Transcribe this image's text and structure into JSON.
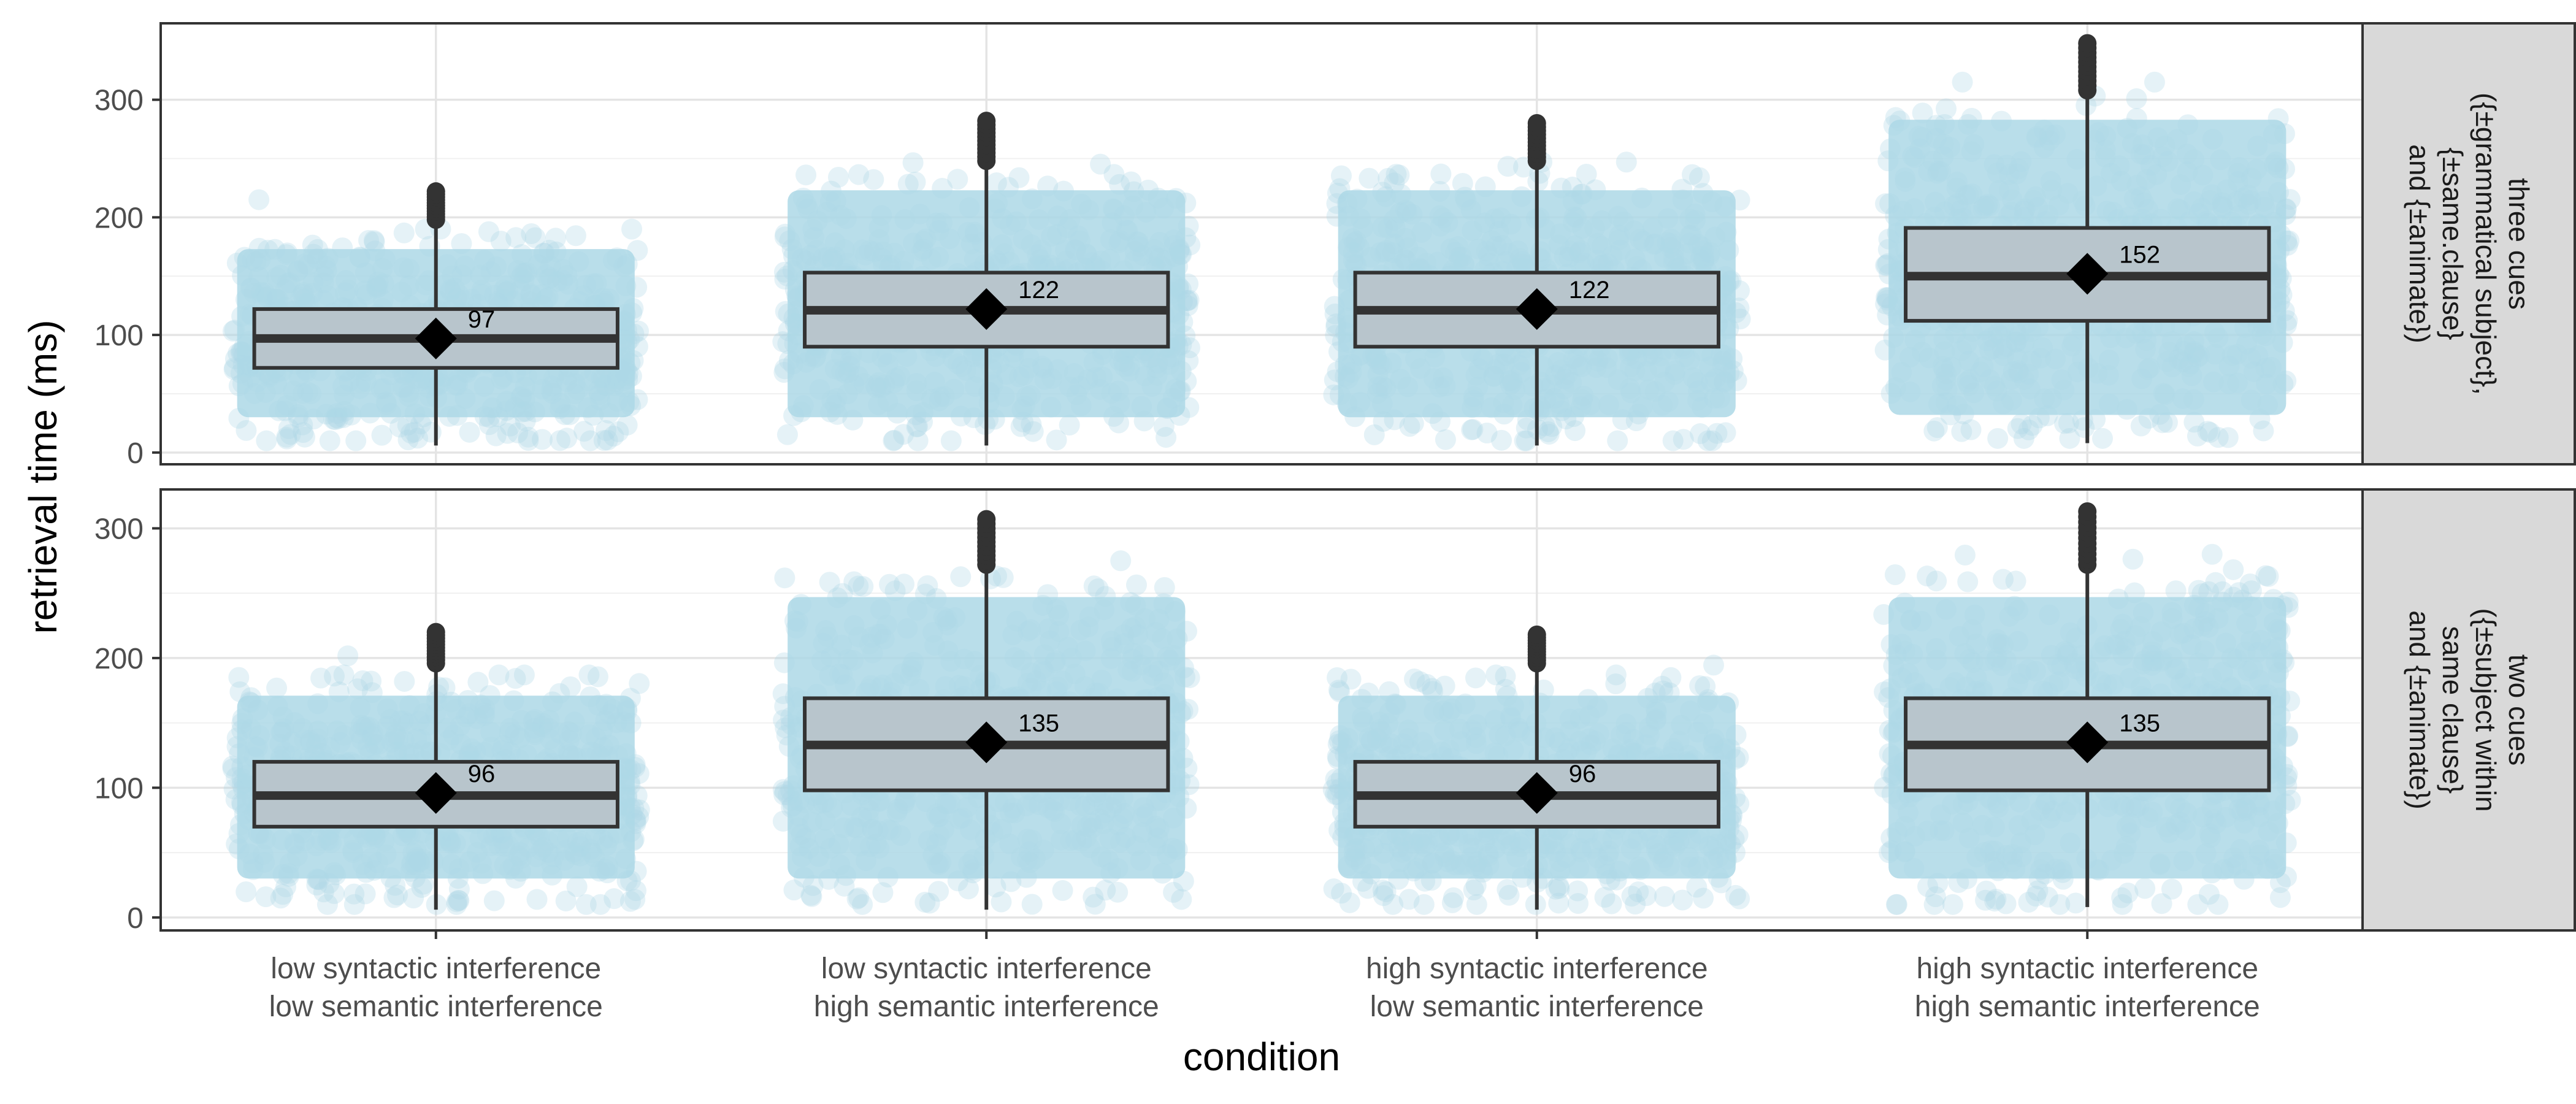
{
  "chart_data": {
    "type": "box",
    "xlabel": "condition",
    "ylabel": "retrieval time (ms)",
    "categories": [
      [
        "low syntactic interference",
        "low semantic interference"
      ],
      [
        "low syntactic interference",
        "high semantic interference"
      ],
      [
        "high syntactic interference",
        "low semantic interference"
      ],
      [
        "high syntactic interference",
        "high semantic interference"
      ]
    ],
    "grid": true,
    "colors": {
      "points": "#ADD8E6",
      "box_fill": "#B8C5CC",
      "box_line": "#333333",
      "strip_bg": "#D9D9D9",
      "mean_marker": "#000000"
    },
    "panels": [
      {
        "strip_label": [
          "three cues",
          "({±grammatical subject},",
          "{±same.clause}",
          "and {±animate})"
        ],
        "ylim": [
          -10,
          365
        ],
        "yticks": [
          0,
          100,
          200,
          300
        ],
        "boxes": [
          {
            "q1": 72,
            "median": 97,
            "q3": 122,
            "whisker_low": 6,
            "whisker_high": 198,
            "outlier_max": 222,
            "point_min": 10,
            "point_max": 215,
            "mean": 97,
            "mean_label": "97"
          },
          {
            "q1": 90,
            "median": 121,
            "q3": 153,
            "whisker_low": 6,
            "whisker_high": 248,
            "outlier_max": 282,
            "point_min": 10,
            "point_max": 272,
            "mean": 122,
            "mean_label": "122"
          },
          {
            "q1": 90,
            "median": 121,
            "q3": 153,
            "whisker_low": 6,
            "whisker_high": 248,
            "outlier_max": 280,
            "point_min": 10,
            "point_max": 272,
            "mean": 122,
            "mean_label": "122"
          },
          {
            "q1": 112,
            "median": 150,
            "q3": 191,
            "whisker_low": 8,
            "whisker_high": 308,
            "outlier_max": 348,
            "point_min": 12,
            "point_max": 340,
            "mean": 152,
            "mean_label": "152"
          }
        ]
      },
      {
        "strip_label": [
          "two cues",
          "({±subject within",
          "same clause}",
          "and {±animate})"
        ],
        "ylim": [
          -10,
          330
        ],
        "yticks": [
          0,
          100,
          200,
          300
        ],
        "boxes": [
          {
            "q1": 70,
            "median": 94,
            "q3": 120,
            "whisker_low": 6,
            "whisker_high": 196,
            "outlier_max": 220,
            "point_min": 10,
            "point_max": 212,
            "mean": 96,
            "mean_label": "96"
          },
          {
            "q1": 98,
            "median": 133,
            "q3": 169,
            "whisker_low": 6,
            "whisker_high": 272,
            "outlier_max": 307,
            "point_min": 10,
            "point_max": 300,
            "mean": 135,
            "mean_label": "135"
          },
          {
            "q1": 70,
            "median": 94,
            "q3": 120,
            "whisker_low": 6,
            "whisker_high": 196,
            "outlier_max": 218,
            "point_min": 10,
            "point_max": 212,
            "mean": 96,
            "mean_label": "96"
          },
          {
            "q1": 98,
            "median": 133,
            "q3": 169,
            "whisker_low": 8,
            "whisker_high": 272,
            "outlier_max": 313,
            "point_min": 10,
            "point_max": 305,
            "mean": 135,
            "mean_label": "135"
          }
        ]
      }
    ]
  }
}
